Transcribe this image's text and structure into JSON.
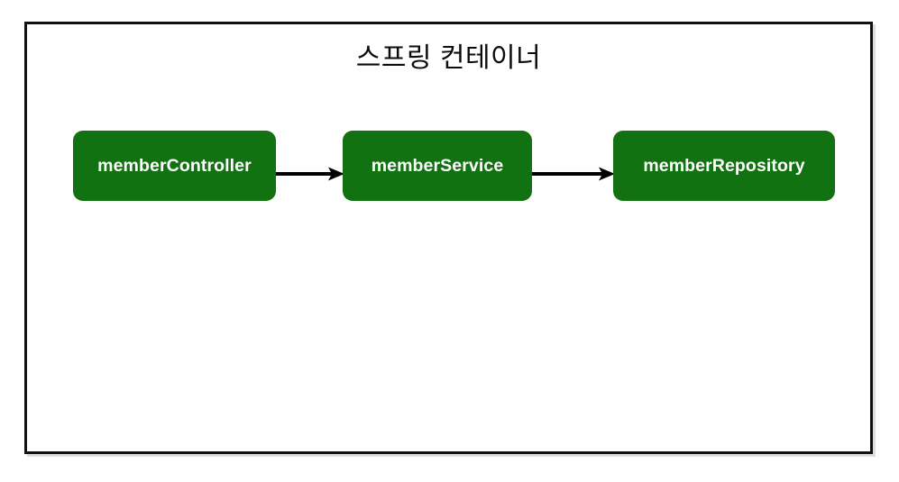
{
  "diagram": {
    "title": "스프링 컨테이너",
    "background_color": "#ffffff",
    "frame_border_color": "#111111",
    "bean_color": "#127212",
    "bean_text_color": "#ffffff",
    "arrow_color": "#000000",
    "beans": [
      {
        "id": "memberController",
        "label": "memberController"
      },
      {
        "id": "memberService",
        "label": "memberService"
      },
      {
        "id": "memberRepository",
        "label": "memberRepository"
      }
    ],
    "arrows": [
      {
        "from": "memberController",
        "to": "memberService",
        "style": "solid-filled-head"
      },
      {
        "from": "memberService",
        "to": "memberRepository",
        "style": "solid-filled-head"
      }
    ]
  }
}
